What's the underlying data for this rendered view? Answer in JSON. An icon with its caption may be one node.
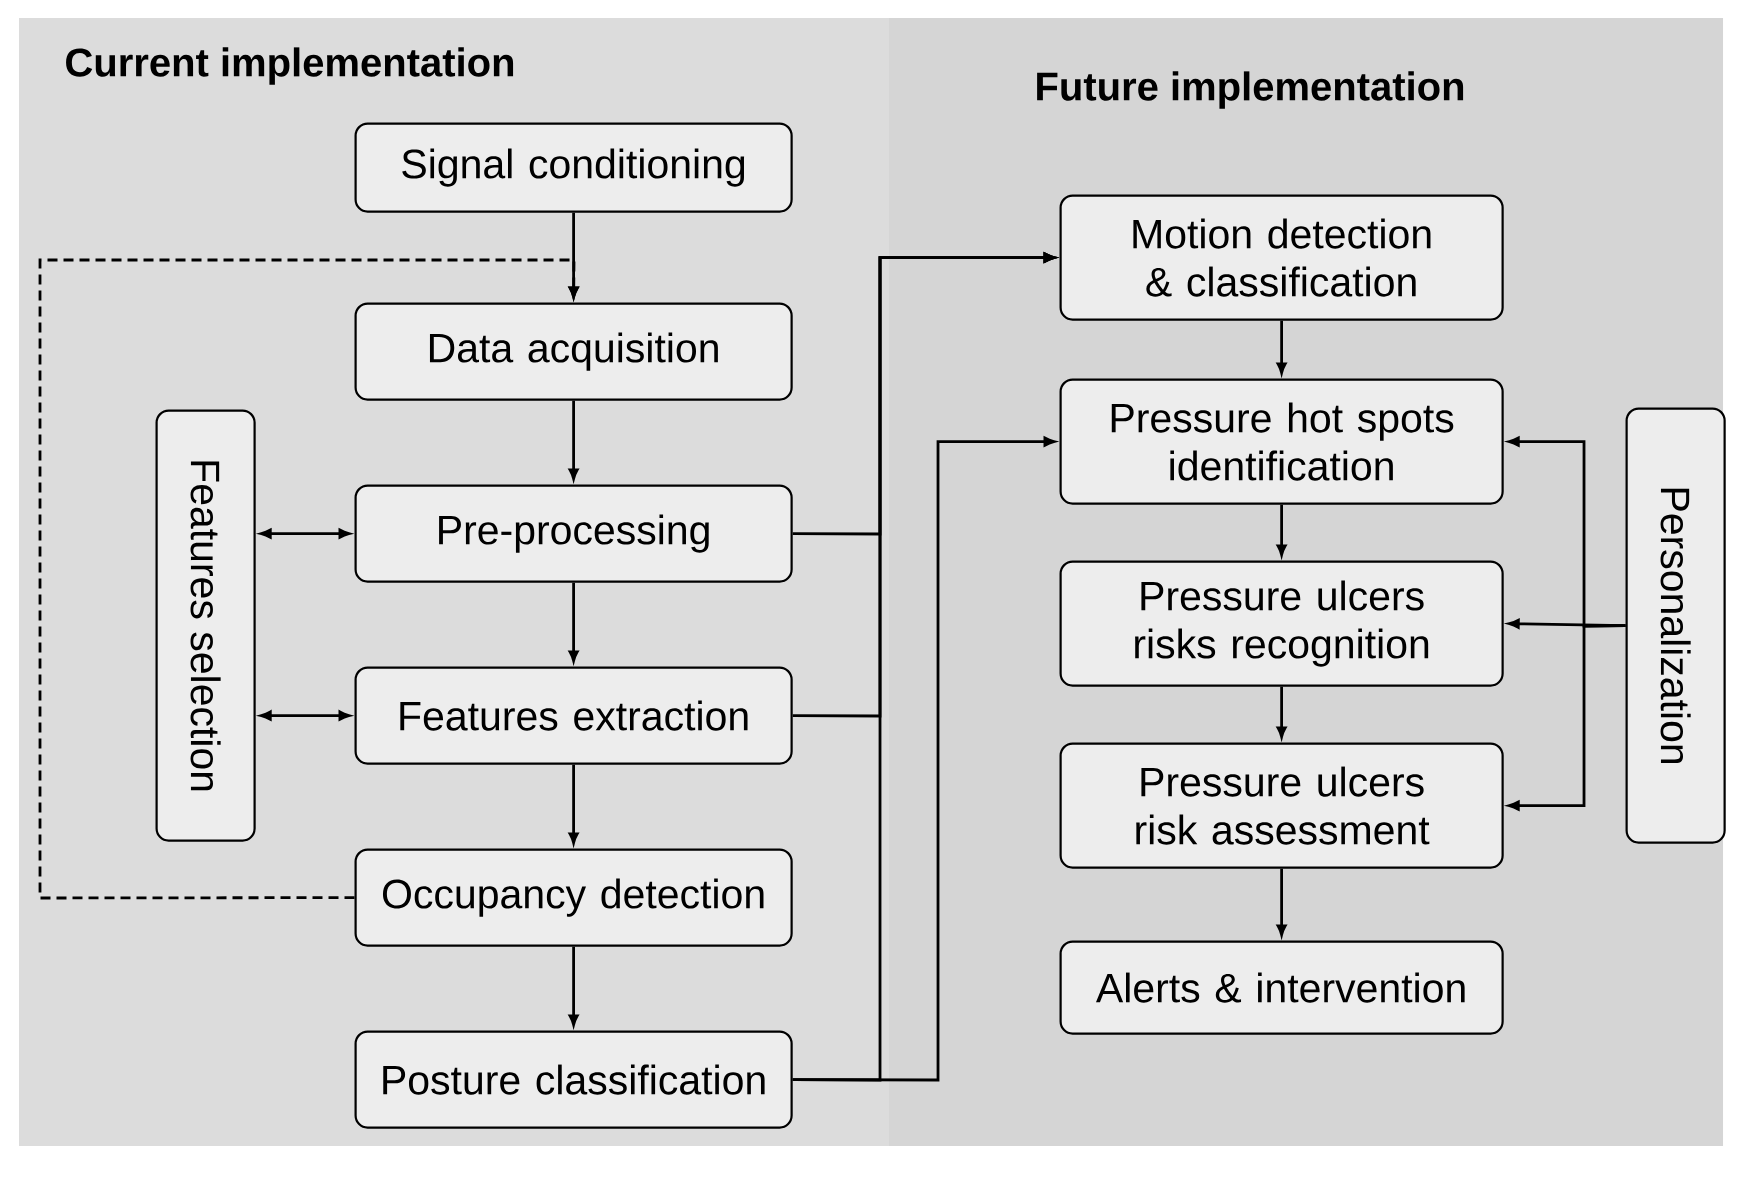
{
  "diagram": {
    "nodes": [
      {
        "text": [
          "Current implementation"
        ]
      },
      {
        "text": [
          "Future implementation"
        ]
      },
      {
        "text": [
          "Signal conditioning"
        ],
        "in": 0
      },
      {
        "text": [
          "Data acquisition"
        ],
        "in": 0
      },
      {
        "text": [
          "Features selection"
        ],
        "in": 0
      },
      {
        "text": [
          "Pre-processing"
        ],
        "in": 0
      },
      {
        "text": [
          "Features extraction"
        ],
        "in": 0
      },
      {
        "text": [
          "Occupancy detection"
        ],
        "in": 0
      },
      {
        "text": [
          "Posture classification"
        ],
        "in": 0
      },
      {
        "text": [
          "Motion detection & classification"
        ],
        "in": 1
      },
      {
        "text": [
          "Pressure hot spots identification"
        ],
        "in": 1
      },
      {
        "text": [
          "Pressure ulcers risks recognition"
        ],
        "in": 1
      },
      {
        "text": [
          "Pressure ulcers risk assessment"
        ],
        "in": 1
      },
      {
        "text": [
          "Alerts & intervention"
        ],
        "in": 1
      },
      {
        "text": [
          "Personalization"
        ],
        "in": 1
      }
    ],
    "edges": [
      {
        "from": 2,
        "to": 3,
        "arrow": "to"
      },
      {
        "from": 3,
        "to": 5,
        "arrow": "to"
      },
      {
        "from": 5,
        "to": 6,
        "arrow": "to"
      },
      {
        "from": 6,
        "to": 7,
        "arrow": "to"
      },
      {
        "from": 7,
        "to": 8,
        "arrow": "to"
      },
      {
        "from": 4,
        "to": 5,
        "arrow": "both"
      },
      {
        "from": 4,
        "to": 6,
        "arrow": "both"
      },
      {
        "from": 7,
        "to": 3,
        "arrow": "to",
        "style": "dashed"
      },
      {
        "from": 5,
        "to": 9,
        "arrow": "to"
      },
      {
        "from": 6,
        "to": 9,
        "arrow": "to"
      },
      {
        "from": 8,
        "to": 9,
        "arrow": "to"
      },
      {
        "from": 8,
        "to": 10,
        "arrow": "to"
      },
      {
        "from": 9,
        "to": 10,
        "arrow": "to"
      },
      {
        "from": 10,
        "to": 11,
        "arrow": "to"
      },
      {
        "from": 11,
        "to": 12,
        "arrow": "to"
      },
      {
        "from": 12,
        "to": 13,
        "arrow": "to"
      },
      {
        "from": 14,
        "to": 10,
        "arrow": "to"
      },
      {
        "from": 14,
        "to": 11,
        "arrow": "to"
      },
      {
        "from": 14,
        "to": 12,
        "arrow": "to"
      }
    ]
  }
}
